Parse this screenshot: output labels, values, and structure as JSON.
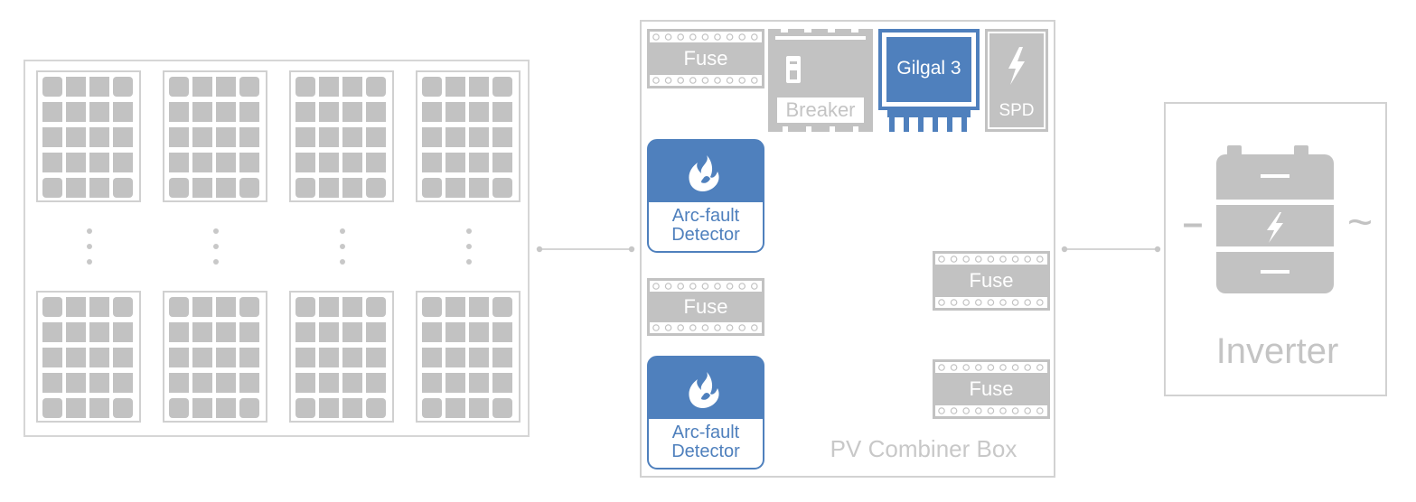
{
  "colors": {
    "gray": "#c2c2c2",
    "outline": "#d4d4d4",
    "blue": "#4f80bd",
    "white": "#ffffff",
    "label_gray": "#c4c4c4"
  },
  "solar_array": {
    "panel_rows": 2,
    "panels_per_row": 4,
    "cell_grid": "5x4",
    "icon": "solar-panel-icon"
  },
  "combiner_box": {
    "label": "PV Combiner Box",
    "breaker": {
      "label": "Breaker",
      "icon": "breaker-switch-icon"
    },
    "gilgal": {
      "label": "Gilgal 3"
    },
    "spd": {
      "label": "SPD",
      "icon": "lightning-bolt-icon"
    },
    "fuses": [
      {
        "label": "Fuse"
      },
      {
        "label": "Fuse"
      },
      {
        "label": "Fuse"
      },
      {
        "label": "Fuse"
      }
    ],
    "arc_detectors": [
      {
        "line1": "Arc-fault",
        "line2": "Detector",
        "icon": "flame-icon"
      },
      {
        "line1": "Arc-fault",
        "line2": "Detector",
        "icon": "flame-icon"
      }
    ]
  },
  "inverter": {
    "label": "Inverter",
    "dc_symbol": "–",
    "ac_symbol": "~",
    "icon": "battery-bolt-icon"
  }
}
